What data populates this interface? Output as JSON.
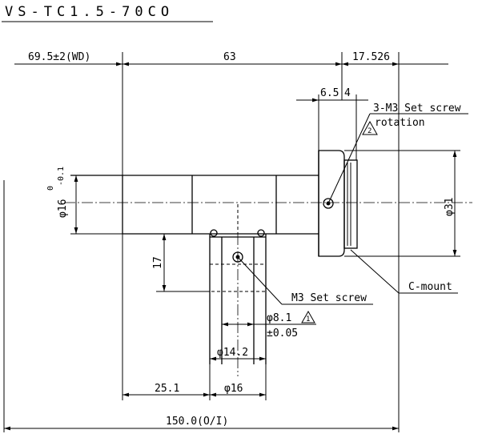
{
  "drawing": {
    "title": "VS-TC1.5-70CO",
    "dimensions": {
      "wd": "69.5±2(WD)",
      "length_63": "63",
      "length_17526": "17.526",
      "d_654": "6.5",
      "d_4": "4",
      "dia16_prefix": "φ16",
      "dia16_tol_upper": "0",
      "dia16_tol_lower": "-0.1",
      "dia31": "φ31",
      "height_17": "17",
      "dia81": "φ8.1",
      "dia81_tol": "±0.05",
      "dia142": "φ14.2",
      "dia16_port": "φ16",
      "dist_251": "25.1",
      "total": "150.0(O/I)"
    },
    "notes": {
      "set_screw_3m3": "3-M3 Set screw",
      "rotation": "rotation",
      "m3_set_screw": "M3 Set screw",
      "cmount": "C-mount",
      "marker_1": "1",
      "marker_2": "2"
    }
  }
}
